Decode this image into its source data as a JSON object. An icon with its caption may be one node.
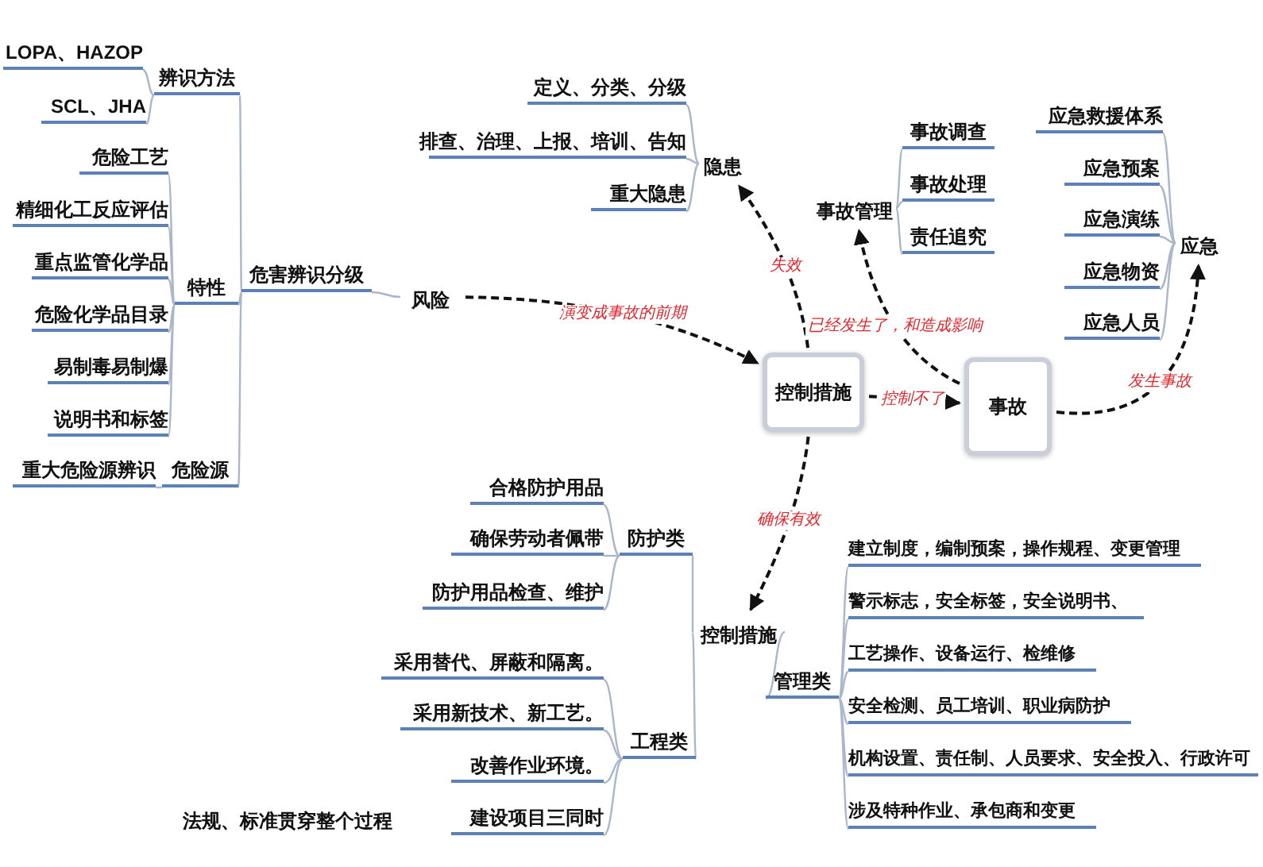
{
  "diagram": {
    "nodes": [
      {
        "text": [
          "风险"
        ]
      },
      {
        "text": [
          "危害辨识分级"
        ]
      },
      {
        "text": [
          "辨识方法"
        ]
      },
      {
        "text": [
          "LOPA、HAZOP"
        ]
      },
      {
        "text": [
          "SCL、JHA"
        ]
      },
      {
        "text": [
          "特性"
        ]
      },
      {
        "text": [
          "危险工艺"
        ]
      },
      {
        "text": [
          "精细化工反应评估"
        ]
      },
      {
        "text": [
          "重点监管化学品"
        ]
      },
      {
        "text": [
          "危险化学品目录"
        ]
      },
      {
        "text": [
          "易制毒易制爆"
        ]
      },
      {
        "text": [
          "说明书和标签"
        ]
      },
      {
        "text": [
          "危险源"
        ]
      },
      {
        "text": [
          "重大危险源辨识"
        ]
      },
      {
        "text": [
          "控制措施"
        ]
      },
      {
        "text": [
          "隐患"
        ]
      },
      {
        "text": [
          "定义、分类、分级"
        ]
      },
      {
        "text": [
          "排查、治理、上报、培训、告知"
        ]
      },
      {
        "text": [
          "重大隐患"
        ]
      },
      {
        "text": [
          "事故"
        ]
      },
      {
        "text": [
          "事故管理"
        ]
      },
      {
        "text": [
          "事故调查"
        ]
      },
      {
        "text": [
          "事故处理"
        ]
      },
      {
        "text": [
          "责任追究"
        ]
      },
      {
        "text": [
          "应急"
        ]
      },
      {
        "text": [
          "应急救援体系"
        ]
      },
      {
        "text": [
          "应急预案"
        ]
      },
      {
        "text": [
          "应急演练"
        ]
      },
      {
        "text": [
          "应急物资"
        ]
      },
      {
        "text": [
          "应急人员"
        ]
      },
      {
        "text": [
          "控制措施"
        ]
      },
      {
        "text": [
          "防护类"
        ]
      },
      {
        "text": [
          "合格防护用品"
        ]
      },
      {
        "text": [
          "确保劳动者佩带"
        ]
      },
      {
        "text": [
          "防护用品检查、维护"
        ]
      },
      {
        "text": [
          "工程类"
        ]
      },
      {
        "text": [
          "采用替代、屏蔽和隔离。"
        ]
      },
      {
        "text": [
          "采用新技术、新工艺。"
        ]
      },
      {
        "text": [
          "改善作业环境。"
        ]
      },
      {
        "text": [
          "建设项目三同时"
        ]
      },
      {
        "text": [
          "管理类"
        ]
      },
      {
        "text": [
          "建立制度，编制预案，操作规程、变更管理"
        ]
      },
      {
        "text": [
          "警示标志，安全标签，安全说明书、"
        ]
      },
      {
        "text": [
          "工艺操作、设备运行、检维修"
        ]
      },
      {
        "text": [
          "安全检测、员工培训、职业病防护"
        ]
      },
      {
        "text": [
          "机构设置、责任制、人员要求、安全投入、行政许可"
        ]
      },
      {
        "text": [
          "涉及特种作业、承包商和变更"
        ]
      }
    ],
    "edges": [
      {
        "from": 0,
        "to": 1,
        "arrow": "none"
      },
      {
        "from": 1,
        "to": 2,
        "arrow": "none"
      },
      {
        "from": 2,
        "to": 3,
        "arrow": "none"
      },
      {
        "from": 2,
        "to": 4,
        "arrow": "none"
      },
      {
        "from": 1,
        "to": 5,
        "arrow": "none"
      },
      {
        "from": 5,
        "to": 6,
        "arrow": "none"
      },
      {
        "from": 5,
        "to": 7,
        "arrow": "none"
      },
      {
        "from": 5,
        "to": 8,
        "arrow": "none"
      },
      {
        "from": 5,
        "to": 9,
        "arrow": "none"
      },
      {
        "from": 5,
        "to": 10,
        "arrow": "none"
      },
      {
        "from": 5,
        "to": 11,
        "arrow": "none"
      },
      {
        "from": 1,
        "to": 12,
        "arrow": "none"
      },
      {
        "from": 12,
        "to": 13,
        "arrow": "none"
      },
      {
        "from": 15,
        "to": 16,
        "arrow": "none"
      },
      {
        "from": 15,
        "to": 17,
        "arrow": "none"
      },
      {
        "from": 15,
        "to": 18,
        "arrow": "none"
      },
      {
        "from": 20,
        "to": 21,
        "arrow": "none"
      },
      {
        "from": 20,
        "to": 22,
        "arrow": "none"
      },
      {
        "from": 20,
        "to": 23,
        "arrow": "none"
      },
      {
        "from": 24,
        "to": 25,
        "arrow": "none"
      },
      {
        "from": 24,
        "to": 26,
        "arrow": "none"
      },
      {
        "from": 24,
        "to": 27,
        "arrow": "none"
      },
      {
        "from": 24,
        "to": 28,
        "arrow": "none"
      },
      {
        "from": 24,
        "to": 29,
        "arrow": "none"
      },
      {
        "from": 30,
        "to": 31,
        "arrow": "none"
      },
      {
        "from": 31,
        "to": 32,
        "arrow": "none"
      },
      {
        "from": 31,
        "to": 33,
        "arrow": "none"
      },
      {
        "from": 31,
        "to": 34,
        "arrow": "none"
      },
      {
        "from": 30,
        "to": 35,
        "arrow": "none"
      },
      {
        "from": 35,
        "to": 36,
        "arrow": "none"
      },
      {
        "from": 35,
        "to": 37,
        "arrow": "none"
      },
      {
        "from": 35,
        "to": 38,
        "arrow": "none"
      },
      {
        "from": 35,
        "to": 39,
        "arrow": "none"
      },
      {
        "from": 30,
        "to": 40,
        "arrow": "none"
      },
      {
        "from": 40,
        "to": 41,
        "arrow": "none"
      },
      {
        "from": 40,
        "to": 42,
        "arrow": "none"
      },
      {
        "from": 40,
        "to": 43,
        "arrow": "none"
      },
      {
        "from": 40,
        "to": 44,
        "arrow": "none"
      },
      {
        "from": 40,
        "to": 45,
        "arrow": "none"
      },
      {
        "from": 40,
        "to": 46,
        "arrow": "none"
      },
      {
        "from": 0,
        "to": 14,
        "arrow": "to",
        "label": "演变成事故的前期",
        "style": "dashed",
        "color": "#111111"
      },
      {
        "from": 14,
        "to": 15,
        "arrow": "to",
        "label": "失效",
        "style": "dashed",
        "color": "#111111"
      },
      {
        "from": 14,
        "to": 19,
        "arrow": "to",
        "label": "控制不了",
        "style": "dashed",
        "color": "#111111"
      },
      {
        "from": 19,
        "to": 20,
        "arrow": "to",
        "label": "已经发生了，和造成影响",
        "style": "dashed",
        "color": "#111111"
      },
      {
        "from": 19,
        "to": 24,
        "arrow": "to",
        "label": "发生事故",
        "style": "dashed",
        "color": "#111111"
      },
      {
        "from": 14,
        "to": 30,
        "arrow": "to",
        "label": "确保有效",
        "style": "dashed",
        "color": "#111111"
      }
    ],
    "labels": [
      "法规、标准贯穿整个过程"
    ]
  }
}
